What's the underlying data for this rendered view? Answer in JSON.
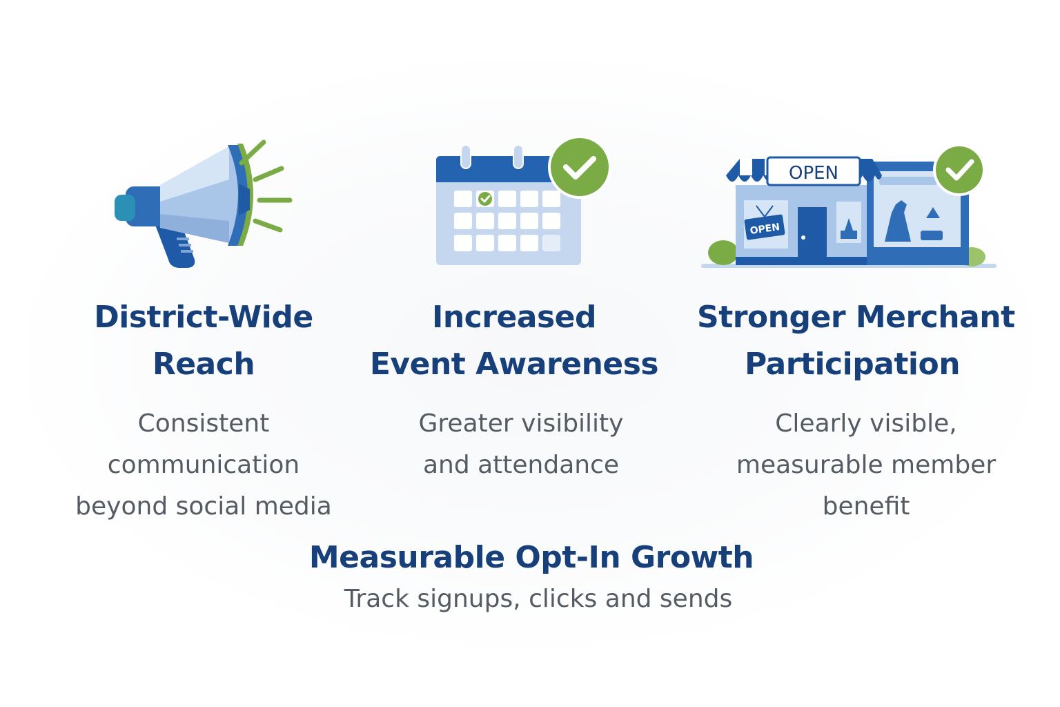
{
  "benefits": [
    {
      "icon": "megaphone-icon",
      "title_lines": [
        "District-Wide",
        "Reach"
      ],
      "desc_lines": [
        "Consistent",
        "communication",
        "beyond social media"
      ]
    },
    {
      "icon": "calendar-check-icon",
      "title_lines": [
        "Increased",
        "Event Awareness"
      ],
      "desc_lines": [
        "Greater visibility",
        "and attendance"
      ]
    },
    {
      "icon": "storefront-icon",
      "title_lines": [
        "Stronger Merchant",
        "Participation"
      ],
      "desc_lines": [
        "Clearly visible,",
        "measurable member",
        "benefit"
      ],
      "sign_text": "OPEN",
      "door_sign_text": "OPEN"
    }
  ],
  "bottom": {
    "title": "Measurable Opt-In Growth",
    "desc": "Track signups, clicks and sends"
  },
  "colors": {
    "primary_blue": "#173f79",
    "accent_green": "#7aab45",
    "text_gray": "#555b63",
    "light_blue": "#c7d8ee",
    "mid_blue": "#2f6db6"
  }
}
